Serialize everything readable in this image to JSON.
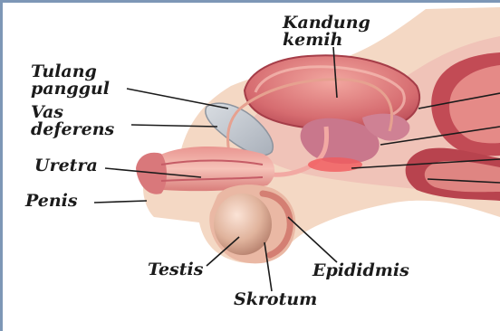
{
  "diagram": {
    "labels": {
      "bladder": [
        "Kandung",
        "kemih"
      ],
      "pelvic_bone": [
        "Tulang",
        "panggul"
      ],
      "vas_deferens": [
        "Vas",
        "deferens"
      ],
      "urethra": "Uretra",
      "penis": "Penis",
      "testis": "Testis",
      "scrotum": "Skrotum",
      "epididymis": "Epididmis"
    },
    "colors": {
      "frame": "#7d97b6",
      "skin": "#f4d8c4",
      "tissue": "#e48e88",
      "organ_dark": "#b3404a",
      "bone": "#c6cbd2",
      "label": "#1b1b1b"
    }
  }
}
